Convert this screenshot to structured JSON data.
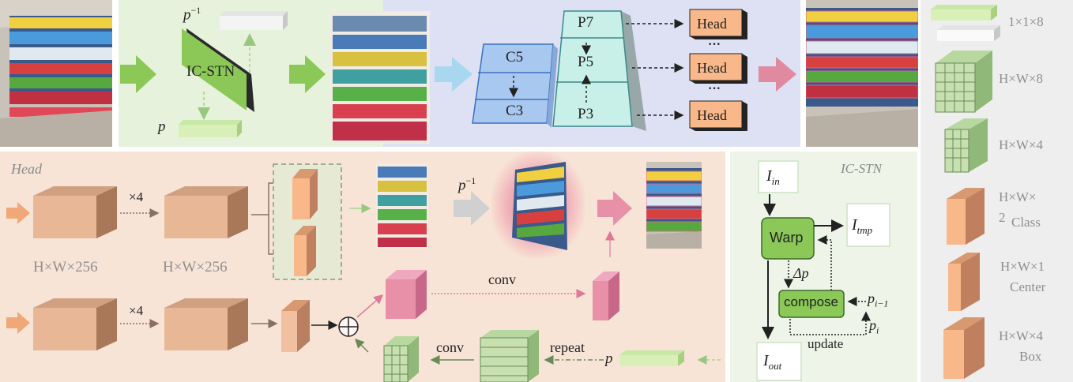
{
  "top": {
    "p_inverse": "p",
    "p_inverse_sup": "−1",
    "ic_stn": "IC-STN",
    "p": "p",
    "fpn_levels": [
      "C5",
      "C3",
      "P7",
      "P5",
      "P3"
    ],
    "heads": [
      "Head",
      "Head",
      "Head"
    ],
    "ellipsis": "···"
  },
  "head_panel": {
    "title": "Head",
    "times4_a": "×4",
    "times4_b": "×4",
    "dim_a": "H×W×256",
    "dim_b": "H×W×256",
    "p_inverse": "p",
    "p_inverse_sup": "−1",
    "conv_top": "conv",
    "conv_bottom": "conv",
    "repeat": "repeat",
    "p": "p",
    "oplus": "⊕"
  },
  "icstn_panel": {
    "title": "IC-STN",
    "i_in": "I",
    "i_in_sub": "in",
    "warp": "Warp",
    "i_tmp": "I",
    "i_tmp_sub": "tmp",
    "delta_p": "Δp",
    "compose": "compose",
    "p_prev": "p",
    "p_prev_sub": "i−1",
    "p_i": "p",
    "p_i_sub": "i",
    "update": "update",
    "i_out": "I",
    "i_out_sub": "out"
  },
  "legend": {
    "items": [
      "1×1×8",
      "H×W×8",
      "H×W×4",
      "H×W×",
      "2",
      "Class",
      "H×W×1",
      "Center",
      "H×W×4",
      "Box"
    ]
  },
  "colors": {
    "green_panel": "#e8f4de",
    "blue_panel": "#dfe3f4",
    "head_panel": "#f8e4d6",
    "icstn_panel": "#eef4ea",
    "legend_panel": "#eeeeee",
    "green_arrow": "#8cc858",
    "blue_arrow": "#a8d8f0",
    "pink_arrow": "#e08aa0",
    "head_box": "#f8b88a",
    "block_tan": "#e8b896",
    "block_pink": "#e890a8",
    "grid_green": "#c8e0b0"
  }
}
